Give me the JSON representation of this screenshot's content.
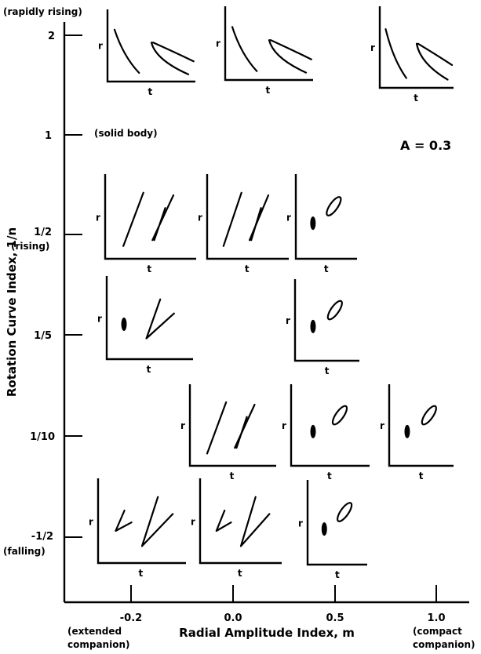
{
  "axes": {
    "x_title": "Radial Amplitude Index, m",
    "y_title": "Rotation Curve Index, 1/n",
    "x_ticks": [
      "-0.2",
      "0.0",
      "0.5",
      "1.0"
    ],
    "x_tick_notes": [
      "(extended",
      "companion)",
      "(compact",
      "companion)"
    ],
    "y_ticks": [
      "2",
      "1",
      "1/2",
      "1/5",
      "1/10",
      "-1/2"
    ],
    "y_notes": [
      "(rapidly rising)",
      "(solid body)",
      "(rising)",
      "(falling)"
    ]
  },
  "amplitude_label": "A = 0.3",
  "panel_labels": {
    "y": "r",
    "x": "t"
  },
  "panels": [
    {
      "id": "p-2-a",
      "row": "2",
      "type": "fall"
    },
    {
      "id": "p-2-b",
      "row": "2",
      "type": "fall"
    },
    {
      "id": "p-2-c",
      "row": "2",
      "type": "fall"
    },
    {
      "id": "p-half-a",
      "row": "1/2",
      "type": "line"
    },
    {
      "id": "p-half-b",
      "row": "1/2",
      "type": "line"
    },
    {
      "id": "p-half-c",
      "row": "1/2",
      "type": "loop"
    },
    {
      "id": "p-fifth-a",
      "row": "1/5",
      "type": "blob"
    },
    {
      "id": "p-fifth-b",
      "row": "1/5",
      "type": "loop"
    },
    {
      "id": "p-tenth-a",
      "row": "1/10",
      "type": "line"
    },
    {
      "id": "p-tenth-b",
      "row": "1/10",
      "type": "loop"
    },
    {
      "id": "p-tenth-c",
      "row": "1/10",
      "type": "loop"
    },
    {
      "id": "p-neg-a",
      "row": "-1/2",
      "type": "twin"
    },
    {
      "id": "p-neg-b",
      "row": "-1/2",
      "type": "twin"
    },
    {
      "id": "p-neg-c",
      "row": "-1/2",
      "type": "loop"
    }
  ]
}
